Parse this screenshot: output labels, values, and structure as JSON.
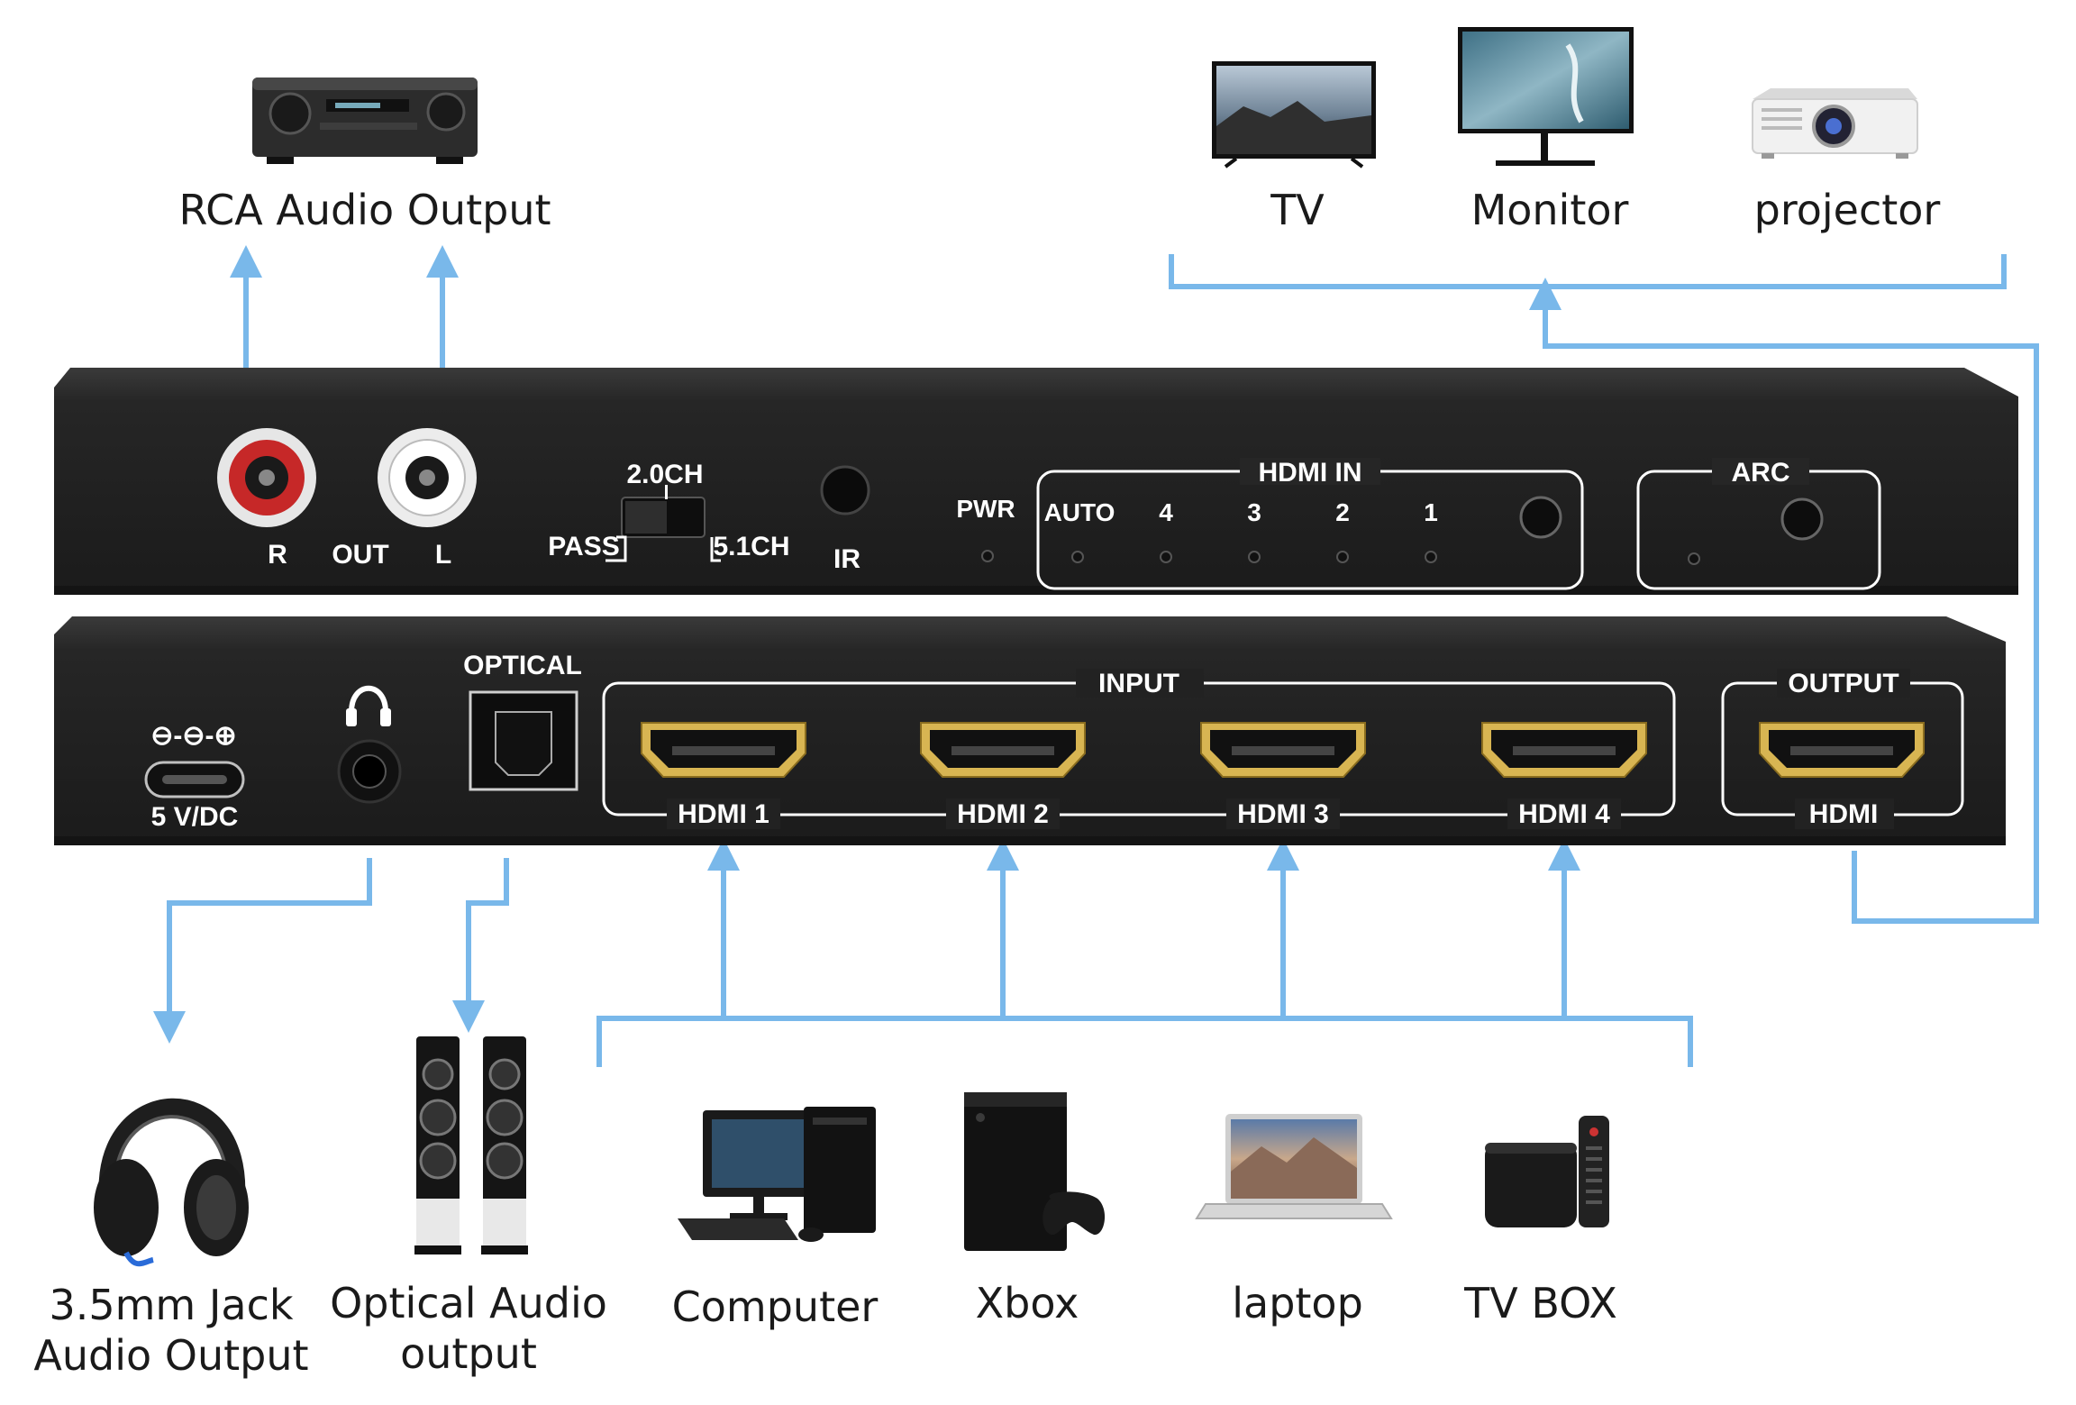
{
  "labels": {
    "rca_audio_output": "RCA Audio Output",
    "tv": "TV",
    "monitor": "Monitor",
    "projector": "projector",
    "jack_line1": "3.5mm Jack",
    "jack_line2": "Audio Output",
    "optical_line1": "Optical Audio",
    "optical_line2": "output",
    "computer": "Computer",
    "xbox": "Xbox",
    "laptop": "laptop",
    "tv_box": "TV BOX"
  },
  "front_panel": {
    "r": "R",
    "out": "OUT",
    "l": "L",
    "ch20": "2.0CH",
    "pass": "PASS",
    "ch51": "5.1CH",
    "ir": "IR",
    "pwr": "PWR",
    "hdmi_in": "HDMI IN",
    "auto": "AUTO",
    "in4": "4",
    "in3": "3",
    "in2": "2",
    "in1": "1",
    "arc": "ARC"
  },
  "back_panel": {
    "power": "5 V/DC",
    "optical": "OPTICAL",
    "input": "INPUT",
    "hdmi1": "HDMI 1",
    "hdmi2": "HDMI 2",
    "hdmi3": "HDMI 3",
    "hdmi4": "HDMI 4",
    "output": "OUTPUT",
    "hdmi_out": "HDMI"
  },
  "colors": {
    "connector_line": "#79b8ea",
    "device_body": "#232323",
    "panel_text": "#ffffff"
  }
}
